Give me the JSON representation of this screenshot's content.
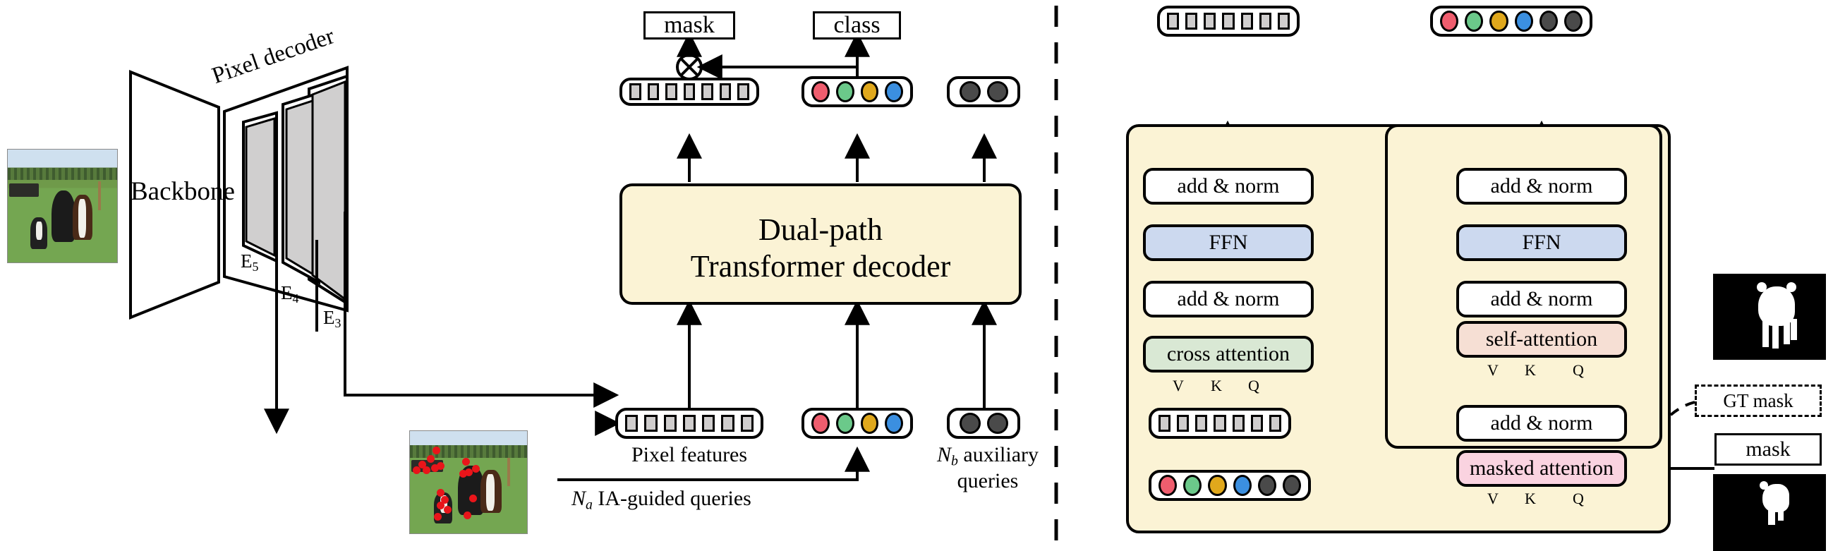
{
  "figure": {
    "type": "architecture-diagram",
    "panels": [
      "overall-pipeline",
      "dual-path-transformer-decoder-detail"
    ],
    "divider": "vertical-dashed-line"
  },
  "left": {
    "input_image": {
      "name": "input-image",
      "content": "photo of two cows in a grass field"
    },
    "backbone": {
      "label": "Backbone"
    },
    "pixel_decoder": {
      "label": "Pixel decoder",
      "features": [
        {
          "label": "E",
          "sub": "5"
        },
        {
          "label": "E",
          "sub": "4"
        },
        {
          "label": "E",
          "sub": "3"
        }
      ]
    },
    "outputs": {
      "mask_label": "mask",
      "class_label": "class",
      "multiply_icon": "circle-times-icon"
    },
    "decoder_box": {
      "line1": "Dual-path",
      "line2": "Transformer decoder"
    },
    "top_rows": {
      "pixel_tokens": {
        "count": 7,
        "kind": "square",
        "color": "#cfcdcd"
      },
      "ia_queries": {
        "count": 4,
        "kind": "circle",
        "colors": [
          "#ef5d6e",
          "#6bc98a",
          "#e0a81c",
          "#3b8fe0"
        ]
      },
      "aux_queries": {
        "count": 2,
        "kind": "circle",
        "colors": [
          "#4a4a4a",
          "#4a4a4a"
        ]
      }
    },
    "bottom_rows": {
      "pixel_features_label": "Pixel features",
      "pixel_tokens": {
        "count": 7,
        "kind": "square",
        "color": "#cfcdcd"
      },
      "ia_queries": {
        "count": 4,
        "kind": "circle",
        "colors": [
          "#ef5d6e",
          "#6bc98a",
          "#e0a81c",
          "#3b8fe0"
        ]
      },
      "aux_queries": {
        "count": 2,
        "kind": "circle",
        "colors": [
          "#4a4a4a",
          "#4a4a4a"
        ]
      },
      "aux_label_1": "N",
      "aux_label_1_sub": "b",
      "aux_label_2": " auxiliary",
      "aux_label_3": "queries",
      "ia_label_pre": "N",
      "ia_label_sub": "a",
      "ia_label_post": " IA-guided queries"
    },
    "points_image": {
      "name": "ia-points-image",
      "content": "same photo overlaid with red query points"
    }
  },
  "right": {
    "top_rows": {
      "pixel_tokens": {
        "count": 7,
        "kind": "square",
        "color": "#cfcdcd"
      },
      "queries": {
        "count": 6,
        "kind": "circle",
        "colors": [
          "#ef5d6e",
          "#6bc98a",
          "#e0a81c",
          "#3b8fe0",
          "#4a4a4a",
          "#4a4a4a"
        ]
      }
    },
    "bottom_rows": {
      "pixel_tokens": {
        "count": 7,
        "kind": "square",
        "color": "#cfcdcd"
      },
      "queries": {
        "count": 6,
        "kind": "circle",
        "colors": [
          "#ef5d6e",
          "#6bc98a",
          "#e0a81c",
          "#3b8fe0",
          "#4a4a4a",
          "#4a4a4a"
        ]
      }
    },
    "path_left": {
      "name": "pixel-path",
      "blocks": [
        "add & norm",
        "FFN",
        "add & norm",
        "cross attention"
      ],
      "vkq": [
        "V",
        "K",
        "Q"
      ]
    },
    "path_right": {
      "name": "query-path",
      "blocks": [
        "add & norm",
        "FFN",
        "add & norm",
        "self-attention",
        "add & norm",
        "masked attention"
      ],
      "vkq_self": [
        "V",
        "K",
        "Q"
      ],
      "vkq_masked": [
        "V",
        "K",
        "Q"
      ]
    },
    "gt_mask_label": "GT mask",
    "mask_label": "mask",
    "mask_top": {
      "name": "gt-mask-image",
      "content": "white cow silhouette on black"
    },
    "mask_bottom": {
      "name": "predicted-mask-image",
      "content": "white partial cow silhouette on black"
    }
  },
  "colors": {
    "panel_bg": "#fbf3d5",
    "ffn": "#ccd9ef",
    "cross_attention": "#d9e8d4",
    "self_attention": "#f6dfd4",
    "masked_attention": "#fad3e0",
    "token_square": "#cfcdcd",
    "stroke": "#000000"
  }
}
